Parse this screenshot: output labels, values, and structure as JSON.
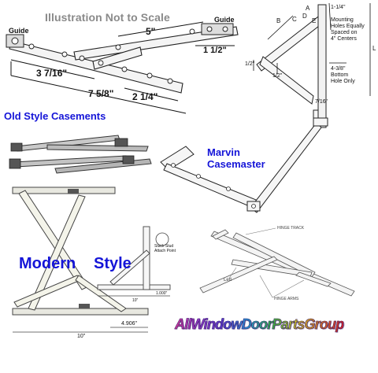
{
  "top_diagram": {
    "title": "Illustration Not to Scale",
    "guide_left": "Guide",
    "guide_right": "Guide",
    "dim_5": "5\"",
    "dim_1_1_2": "1 1/2\"",
    "dim_3_7_16": "3 7/16\"",
    "dim_7_5_8": "7 5/8\"",
    "dim_2_1_4": "2 1/4\""
  },
  "spec_diagram": {
    "letters": [
      "B",
      "C",
      "D",
      "E",
      "A"
    ],
    "dim_1_1_4": "1-1/4\"",
    "mounting_note": [
      "Mounting",
      "Holes Equally",
      "Spaced on",
      "4\" Centers"
    ],
    "bottom_note": [
      "4-3/8\"",
      "Bottom",
      "Hole Only"
    ],
    "letter_l": "L",
    "dim_half_1": "1/2\"",
    "dim_half_2": "1/2\"",
    "dim_7_16": "7/16\""
  },
  "old_style": {
    "title": "Old Style Casements"
  },
  "marvin": {
    "title_line1": "Marvin",
    "title_line2": "Casemaster"
  },
  "modern": {
    "title_word1": "Modern",
    "title_word2": "Style",
    "dim_bottom_total": "10\"",
    "dim_bottom_part": "4.906\"",
    "dim_mid_total": "10\"",
    "dim_mid_part": "1.000\"",
    "stud_note": "Stack Stud Attach Point"
  },
  "hinge_diagram": {
    "label_track": "HINGE TRACK",
    "label_left": "Left",
    "label_arms": "HINGE ARMS"
  },
  "brand": {
    "logo_text": "AllWindowDoorPartsGroup"
  },
  "colors": {
    "blue_title": "#1515d8",
    "logo_gradient": [
      "#e0409a",
      "#9a3cd0",
      "#5a3ed8",
      "#27a0e0",
      "#30c040",
      "#d8d020",
      "#e08020",
      "#e02020"
    ]
  }
}
